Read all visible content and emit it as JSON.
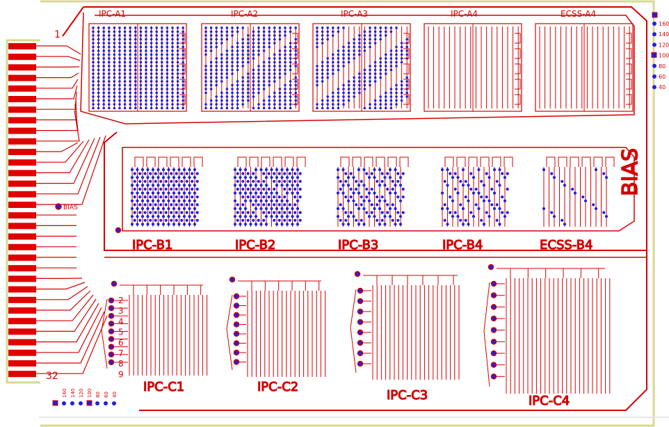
{
  "board": {
    "pin_first_label": "1",
    "pin_last_label": "32",
    "bias_pin_label": "BIAS",
    "bias_vertical_label": "BIAS",
    "edge_pin_count": 32
  },
  "colors": {
    "trace": "#d40000",
    "pad": "#2020e0",
    "outline": "#d8d890",
    "edge_finger": "#e00000"
  },
  "row_a": {
    "labels": [
      "IPC-A1",
      "IPC-A2",
      "IPC-A3",
      "IPC-A4",
      "ECSS-A4"
    ],
    "pad_density": [
      1.0,
      0.8,
      0.6,
      0.0,
      0.0
    ]
  },
  "row_b": {
    "labels": [
      "IPC-B1",
      "IPC-B2",
      "IPC-B3",
      "IPC-B4",
      "ECSS-B4"
    ],
    "pad_density": [
      1.0,
      0.9,
      0.6,
      0.4,
      0.1
    ]
  },
  "row_c": {
    "labels": [
      "IPC-C1",
      "IPC-C2",
      "IPC-C3",
      "IPC-C4"
    ],
    "pin_numbers": [
      "2",
      "3",
      "4",
      "5",
      "6",
      "7",
      "8",
      "9"
    ]
  },
  "legend_right": [
    "160",
    "140",
    "120",
    "100",
    "80",
    "60",
    "40"
  ],
  "legend_bottom": [
    "160",
    "140",
    "120",
    "100",
    "80",
    "60",
    "40"
  ]
}
